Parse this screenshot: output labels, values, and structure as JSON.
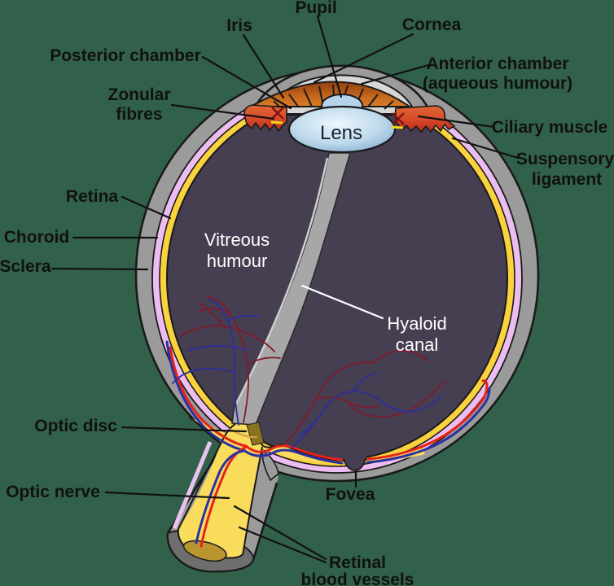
{
  "diagram": {
    "subject": "human-eye-cross-section",
    "labels": {
      "pupil": {
        "text": "Pupil"
      },
      "iris": {
        "text": "Iris"
      },
      "cornea": {
        "text": "Cornea"
      },
      "posterior_chamber": {
        "text": "Posterior chamber"
      },
      "anterior_chamber": {
        "line1": "Anterior chamber",
        "line2": "(aqueous humour)"
      },
      "zonular_fibres": {
        "line1": "Zonular",
        "line2": "fibres"
      },
      "ciliary_muscle": {
        "text": "Ciliary muscle"
      },
      "suspensory_ligament": {
        "line1": "Suspensory",
        "line2": "ligament"
      },
      "lens": {
        "text": "Lens"
      },
      "retina": {
        "text": "Retina"
      },
      "choroid": {
        "text": "Choroid"
      },
      "sclera": {
        "text": "Sclera"
      },
      "vitreous_humour": {
        "line1": "Vitreous",
        "line2": "humour"
      },
      "hyaloid_canal": {
        "line1": "Hyaloid",
        "line2": "canal"
      },
      "optic_disc": {
        "text": "Optic disc"
      },
      "optic_nerve": {
        "text": "Optic nerve"
      },
      "fovea": {
        "text": "Fovea"
      },
      "retinal_blood_vessels": {
        "line1": "Retinal",
        "line2": "blood vessels"
      }
    },
    "colors": {
      "background": "#32614B",
      "sclera_gray": "#9B9B9B",
      "cornea_light": "#D7D7D7",
      "choroid_pink": "#ECBDF0",
      "retina_yellow": "#F9D23E",
      "vitreous_purple": "#463E51",
      "optic_nerve_yellow": "#F9DC5C",
      "nerve_cut_face": "#6E6E6E",
      "nerve_core_khaki": "#B8952F",
      "hyaloid_gray": "#A7A7A7",
      "vessel_red": "#E62219",
      "vessel_blue": "#2D31A0",
      "branch_red": "#801B2B",
      "branch_blue": "#2C2F9E",
      "iris_orange": "#E0862C",
      "ciliary_red": "#C63322",
      "lens_blue": "#7EA7CB",
      "label_dark": "#111111",
      "label_light": "#FFFFFF"
    }
  }
}
